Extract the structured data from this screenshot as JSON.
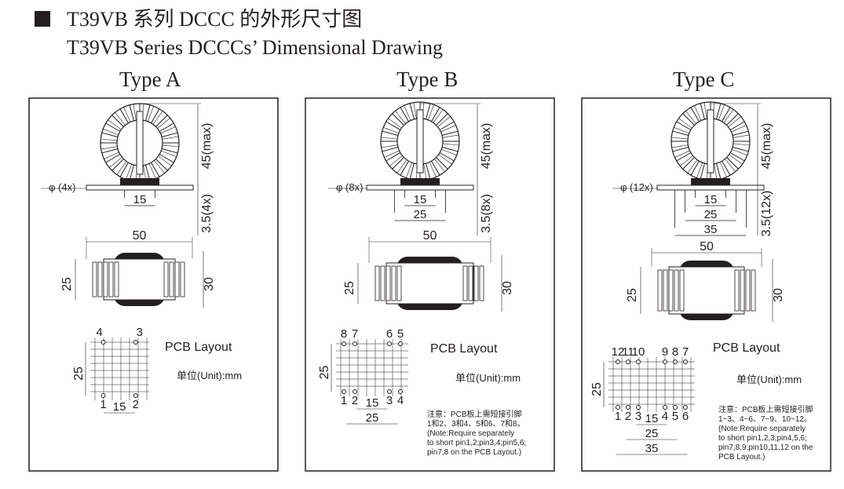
{
  "header": {
    "title_cn": "T39VB 系列 DCCC 的外形尺寸图",
    "title_en": "T39VB Series DCCCs’ Dimensional Drawing"
  },
  "types": [
    {
      "label": "Type A",
      "hole": "φ (4x)",
      "height": "45(max)",
      "pin_len": "3.5(4x)",
      "pin_dims": [
        "15"
      ],
      "width": "50",
      "side_h": "25",
      "side_w": "30",
      "grid_h": "25",
      "grid_dims": [
        "15"
      ],
      "pins_top": [
        "4",
        "3"
      ],
      "pins_bottom": [
        "1",
        "2"
      ],
      "pcb_title": "PCB Layout",
      "unit": "单位(Unit):mm",
      "note": []
    },
    {
      "label": "Type B",
      "hole": "φ (8x)",
      "height": "45(max)",
      "pin_len": "3.5(8x)",
      "pin_dims": [
        "15",
        "25"
      ],
      "width": "50",
      "side_h": "25",
      "side_w": "30",
      "grid_h": "25",
      "grid_dims": [
        "15",
        "25"
      ],
      "pins_top": [
        "8",
        "7",
        "6",
        "5"
      ],
      "pins_bottom": [
        "1",
        "2",
        "3",
        "4"
      ],
      "pcb_title": "PCB Layout",
      "unit": "单位(Unit):mm",
      "note": [
        "注意：PCB板上需短接引脚",
        "1和2、3和4、5和6、7和8。",
        "(Note:Require separately",
        "to short pin1,2;pin3,4;pin5,6;",
        "pin7,8 on the PCB Layout.)"
      ]
    },
    {
      "label": "Type C",
      "hole": "φ (12x)",
      "height": "45(max)",
      "pin_len": "3.5(12x)",
      "pin_dims": [
        "15",
        "25",
        "35"
      ],
      "width": "50",
      "side_h": "25",
      "side_w": "30",
      "grid_h": "25",
      "grid_dims": [
        "15",
        "25",
        "35"
      ],
      "pins_top": [
        "12",
        "11",
        "10",
        "9",
        "8",
        "7"
      ],
      "pins_bottom": [
        "1",
        "2",
        "3",
        "4",
        "5",
        "6"
      ],
      "pcb_title": "PCB Layout",
      "unit": "单位(Unit):mm",
      "note": [
        "注意：PCB板上需短接引脚",
        "1~3、4~6、7~9、10~12。",
        "(Note:Require separately",
        "to short pin1,2,3;pin4,5,6;",
        "pin7,8,9;pin10,11,12 on the",
        "PCB Layout.)"
      ]
    }
  ]
}
